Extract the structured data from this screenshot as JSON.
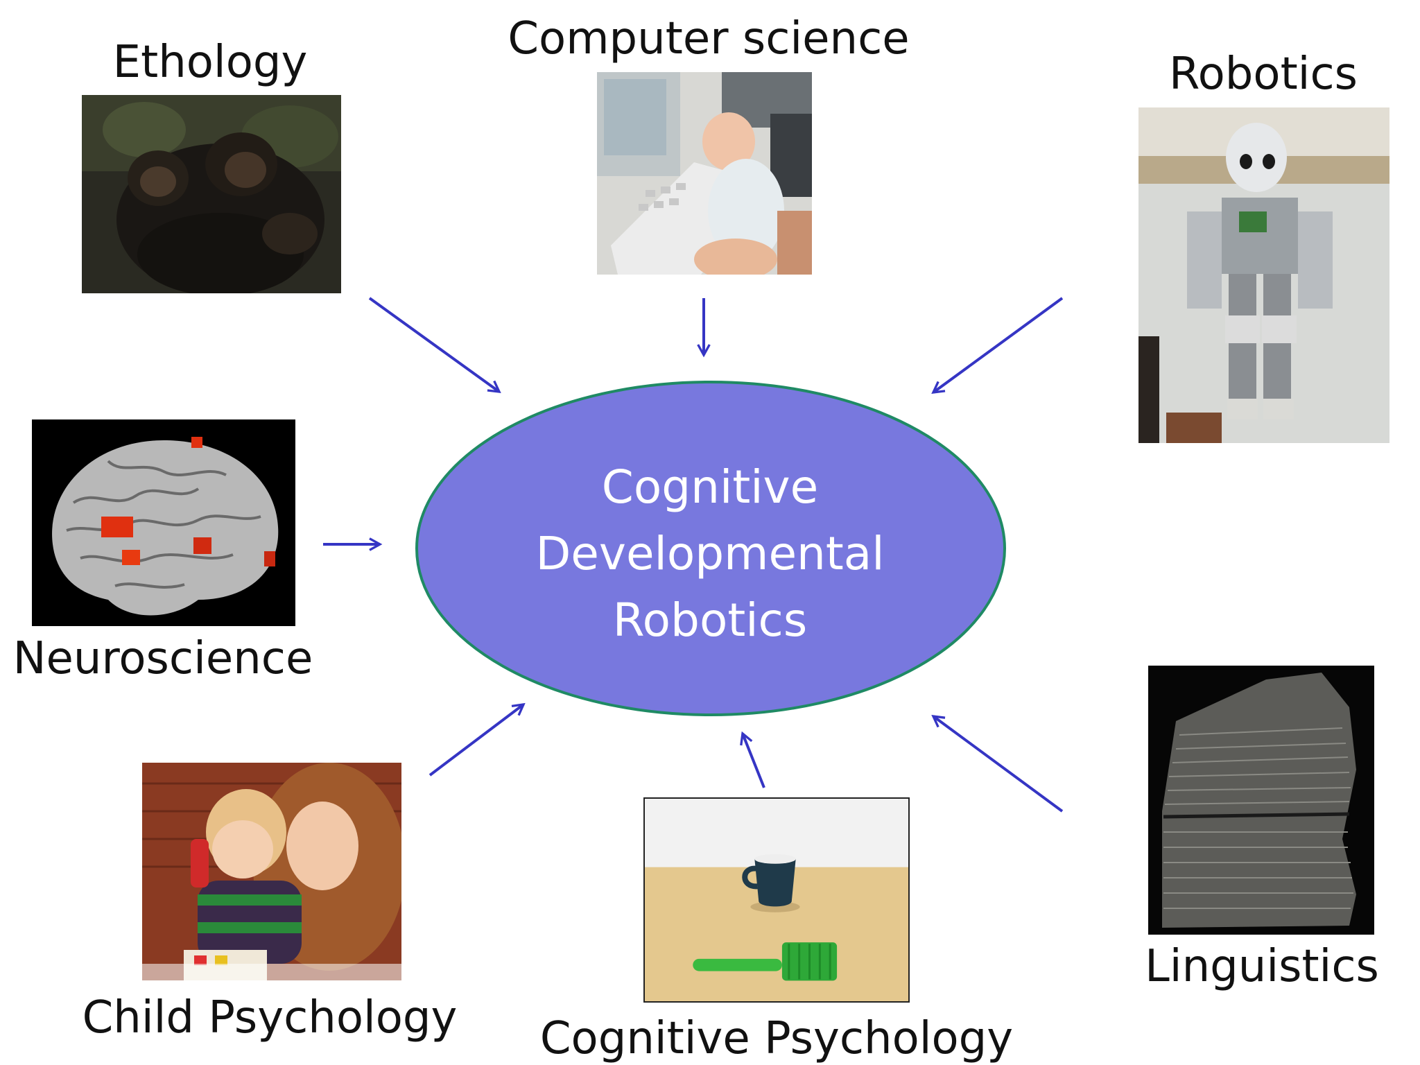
{
  "center": {
    "lines": [
      "Cognitive",
      "Developmental",
      "Robotics"
    ],
    "fill_color": "#7878DE",
    "border_color": "#1F8A64"
  },
  "arrow_color": "#3535C4",
  "disciplines": {
    "ethology": "Ethology",
    "computer_science": "Computer science",
    "robotics": "Robotics",
    "neuroscience": "Neuroscience",
    "child_psychology": "Child Psychology",
    "cognitive_psychology": "Cognitive Psychology",
    "linguistics": "Linguistics"
  },
  "images": {
    "ethology": "chimpanzee-photo",
    "computer_science": "baby-at-keyboard-photo",
    "robotics": "humanoid-robot-photo",
    "neuroscience": "brain-scan-photo",
    "child_psychology": "mother-and-child-photo",
    "cognitive_psychology": "cup-and-brush-photo",
    "linguistics": "inscribed-stone-photo"
  }
}
